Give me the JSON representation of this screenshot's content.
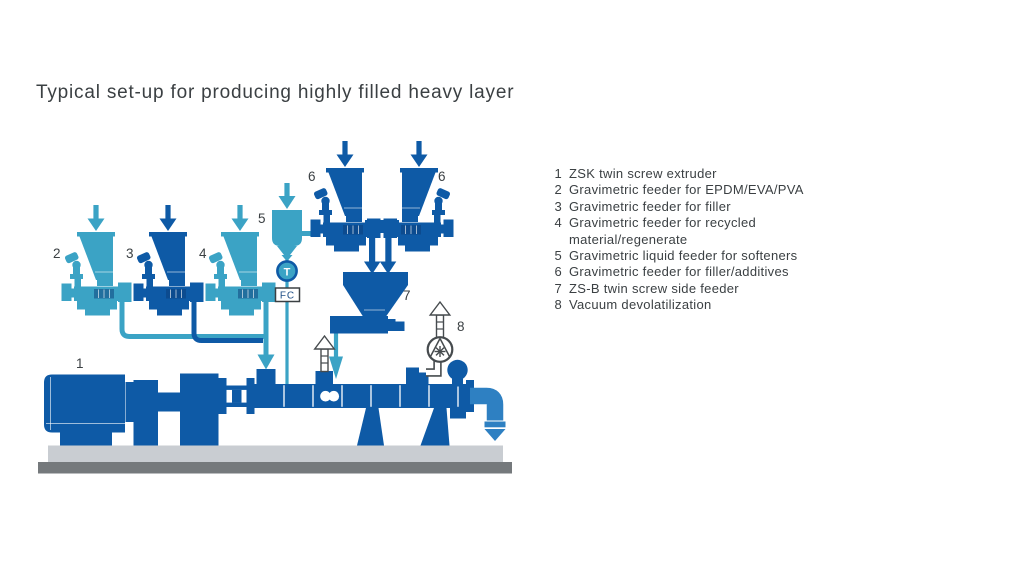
{
  "title": "Typical set-up for producing highly filled heavy layer",
  "colors": {
    "dark_blue": "#0E5AA6",
    "teal": "#3BA3C5",
    "medium_blue": "#2E80C2",
    "platform_light": "#C9CDD2",
    "platform_dark": "#75797C",
    "outline": "#464B4E",
    "text": "#3B4043"
  },
  "diagram": {
    "labels": {
      "n1": "1",
      "n2": "2",
      "n3": "3",
      "n4": "4",
      "n5": "5",
      "n6": "6",
      "n7": "7",
      "n8": "8"
    },
    "fc_label": "FC",
    "pump_label": "T"
  },
  "legend": {
    "items": [
      {
        "num": "1",
        "text": "ZSK twin screw extruder"
      },
      {
        "num": "2",
        "text": "Gravimetric feeder for EPDM/EVA/PVA"
      },
      {
        "num": "3",
        "text": "Gravimetric feeder for filler"
      },
      {
        "num": "4",
        "text": "Gravimetric feeder for recycled\nmaterial/regenerate"
      },
      {
        "num": "5",
        "text": "Gravimetric liquid feeder for softeners"
      },
      {
        "num": "6",
        "text": "Gravimetric feeder for filler/additives"
      },
      {
        "num": "7",
        "text": "ZS-B twin screw side feeder"
      },
      {
        "num": "8",
        "text": "Vacuum devolatilization"
      }
    ]
  }
}
